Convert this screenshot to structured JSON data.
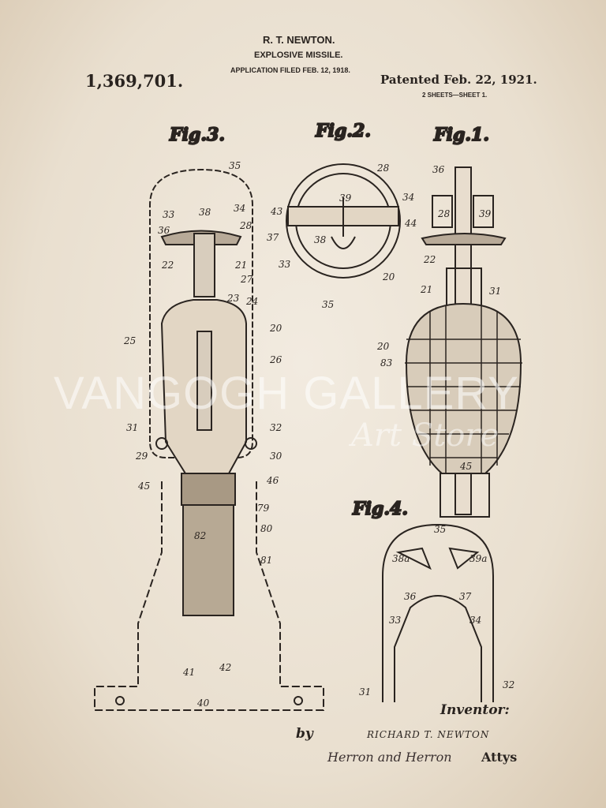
{
  "header": {
    "inventor_short": "R. T. NEWTON.",
    "title": "EXPLOSIVE MISSILE.",
    "filed": "APPLICATION FILED FEB. 12, 1918.",
    "patent_number": "1,369,701.",
    "patented": "Patented Feb. 22, 1921.",
    "sheets": "2 SHEETS—SHEET 1."
  },
  "figures": {
    "fig3": "Fig.3.",
    "fig2": "Fig.2.",
    "fig1": "Fig.1.",
    "fig4": "Fig.4."
  },
  "callouts": {
    "fig3": [
      "35",
      "33",
      "38",
      "34",
      "36",
      "28",
      "37",
      "22",
      "21",
      "27",
      "23",
      "24",
      "20",
      "25",
      "26",
      "31",
      "32",
      "29",
      "30",
      "45",
      "46",
      "79",
      "80",
      "82",
      "81",
      "41",
      "42",
      "40"
    ],
    "fig2": [
      "28",
      "39",
      "34",
      "43",
      "44",
      "38",
      "33",
      "20",
      "35"
    ],
    "fig1": [
      "36",
      "28",
      "39",
      "22",
      "21",
      "31",
      "20",
      "83",
      "45"
    ],
    "fig4": [
      "35",
      "38a",
      "39a",
      "36",
      "37",
      "33",
      "34",
      "31",
      "32"
    ]
  },
  "footer": {
    "inventor_label": "Inventor:",
    "by": "by",
    "inventor_name": "RICHARD T. NEWTON",
    "attys": "Attys",
    "signature": "Herron and Herron"
  },
  "watermark": {
    "line1": "VANGOGH GALLERY",
    "line2": "Art Store"
  }
}
